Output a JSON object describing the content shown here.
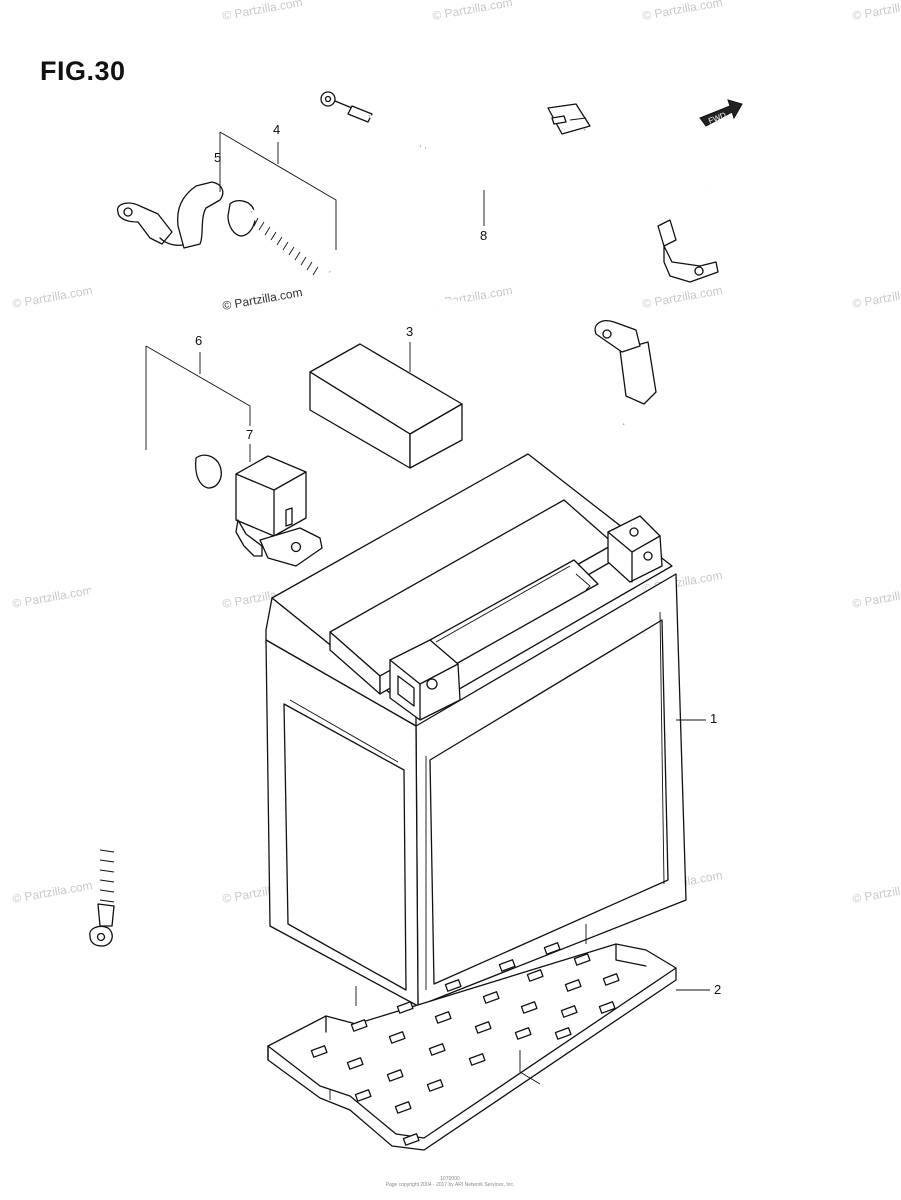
{
  "figure": {
    "title": "FIG.30"
  },
  "watermark": {
    "text": "© Partzilla.com"
  },
  "callouts": [
    {
      "id": "1",
      "label": "1"
    },
    {
      "id": "2",
      "label": "2"
    },
    {
      "id": "3",
      "label": "3"
    },
    {
      "id": "4",
      "label": "4"
    },
    {
      "id": "5",
      "label": "5"
    },
    {
      "id": "6",
      "label": "6"
    },
    {
      "id": "7",
      "label": "7"
    },
    {
      "id": "8",
      "label": "8"
    }
  ],
  "direction_arrow": {
    "label": "FWD"
  },
  "footer": {
    "line1": "1070000",
    "line2": "Page copyright 2004 - 2017 by ARI Network Services, Inc."
  }
}
